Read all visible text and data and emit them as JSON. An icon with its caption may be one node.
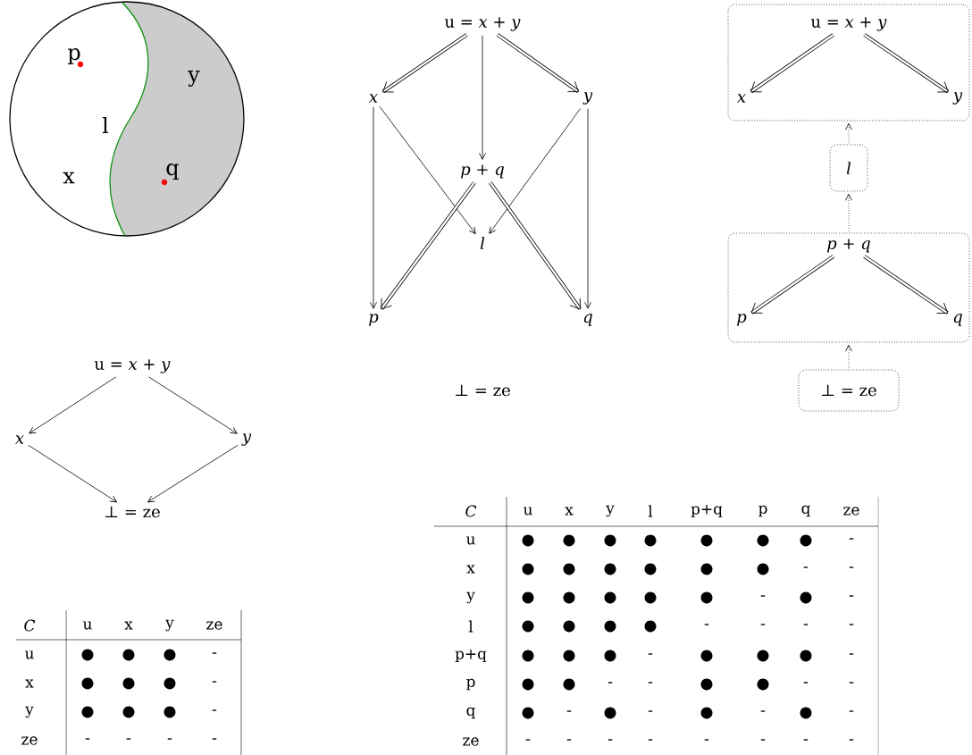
{
  "diagram": {
    "nodes": [
      {
        "text": [
          "u = *x* + *y*"
        ]
      },
      {
        "text": [
          "x"
        ]
      },
      {
        "text": [
          "y"
        ]
      },
      {
        "text": [
          "p + q"
        ]
      },
      {
        "text": [
          "l"
        ]
      },
      {
        "text": [
          "p"
        ]
      },
      {
        "text": [
          "q"
        ]
      },
      {
        "text": [],
        "shape": "box"
      },
      {
        "text": [
          "u = *x* + *y*"
        ],
        "in": 7
      },
      {
        "text": [
          "x"
        ],
        "in": 7
      },
      {
        "text": [
          "y"
        ],
        "in": 7
      },
      {
        "text": [
          "l"
        ]
      },
      {
        "text": [],
        "shape": "box"
      },
      {
        "text": [
          "p + q"
        ],
        "in": 12
      },
      {
        "text": [
          "p"
        ],
        "in": 12
      },
      {
        "text": [
          "q"
        ],
        "in": 12
      },
      {
        "text": [
          "⊥ = ze"
        ]
      },
      {
        "text": [
          "u = *x* + *y*"
        ]
      },
      {
        "text": [
          "x"
        ]
      },
      {
        "text": [
          "y"
        ]
      },
      {
        "text": [
          "⊥ = ze"
        ]
      }
    ],
    "edges": [
      {
        "from": 0,
        "to": 1,
        "arrow": "to",
        "style": "thick"
      },
      {
        "from": 0,
        "to": 3,
        "arrow": "to"
      },
      {
        "from": 0,
        "to": 2,
        "arrow": "to",
        "style": "thick"
      },
      {
        "from": 1,
        "to": 5,
        "arrow": "to"
      },
      {
        "from": 1,
        "to": 4,
        "arrow": "to"
      },
      {
        "from": 2,
        "to": 4,
        "arrow": "to"
      },
      {
        "from": 2,
        "to": 6,
        "arrow": "to"
      },
      {
        "from": 3,
        "to": 5,
        "arrow": "to",
        "style": "thick"
      },
      {
        "from": 3,
        "to": 6,
        "arrow": "to",
        "style": "thick"
      },
      {
        "from": 8,
        "to": 9,
        "arrow": "to",
        "style": "thick"
      },
      {
        "from": 8,
        "to": 10,
        "arrow": "to",
        "style": "thick"
      },
      {
        "from": 11,
        "to": 7,
        "arrow": "to",
        "style": "dashed"
      },
      {
        "from": 13,
        "to": 14,
        "arrow": "to",
        "style": "thick"
      },
      {
        "from": 13,
        "to": 15,
        "arrow": "to",
        "style": "thick"
      },
      {
        "from": 12,
        "to": 11,
        "arrow": "to",
        "style": "dashed"
      },
      {
        "from": 16,
        "to": 12,
        "arrow": "to",
        "style": "dashed"
      },
      {
        "from": 17,
        "to": 18,
        "arrow": "to"
      },
      {
        "from": 17,
        "to": 19,
        "arrow": "to"
      },
      {
        "from": 18,
        "to": 20,
        "arrow": "to"
      },
      {
        "from": 19,
        "to": 20,
        "arrow": "to"
      }
    ],
    "labels": [
      "p",
      "y",
      "l",
      "x",
      "q",
      "⊥ = ze",
      "C",
      "u",
      "x",
      "y",
      "l",
      "p+q",
      "p",
      "q",
      "ze",
      "u",
      "●",
      "●",
      "●",
      "●",
      "●",
      "●",
      "●",
      "-",
      "x",
      "●",
      "●",
      "●",
      "●",
      "●",
      "●",
      "-",
      "-",
      "y",
      "●",
      "●",
      "●",
      "●",
      "●",
      "-",
      "●",
      "-",
      "l",
      "●",
      "●",
      "●",
      "●",
      "-",
      "-",
      "-",
      "-",
      "p+q",
      "●",
      "●",
      "●",
      "-",
      "●",
      "●",
      "●",
      "-",
      "p",
      "●",
      "●",
      "-",
      "-",
      "●",
      "●",
      "-",
      "-",
      "q",
      "●",
      "-",
      "●",
      "-",
      "●",
      "-",
      "●",
      "-",
      "ze",
      "-",
      "-",
      "-",
      "-",
      "-",
      "-",
      "-",
      "-",
      "C",
      "u",
      "x",
      "y",
      "ze",
      "u",
      "●",
      "●",
      "●",
      "-",
      "x",
      "●",
      "●",
      "●",
      "-",
      "y",
      "●",
      "●",
      "●",
      "-",
      "ze",
      "-",
      "-",
      "-",
      "-"
    ]
  }
}
